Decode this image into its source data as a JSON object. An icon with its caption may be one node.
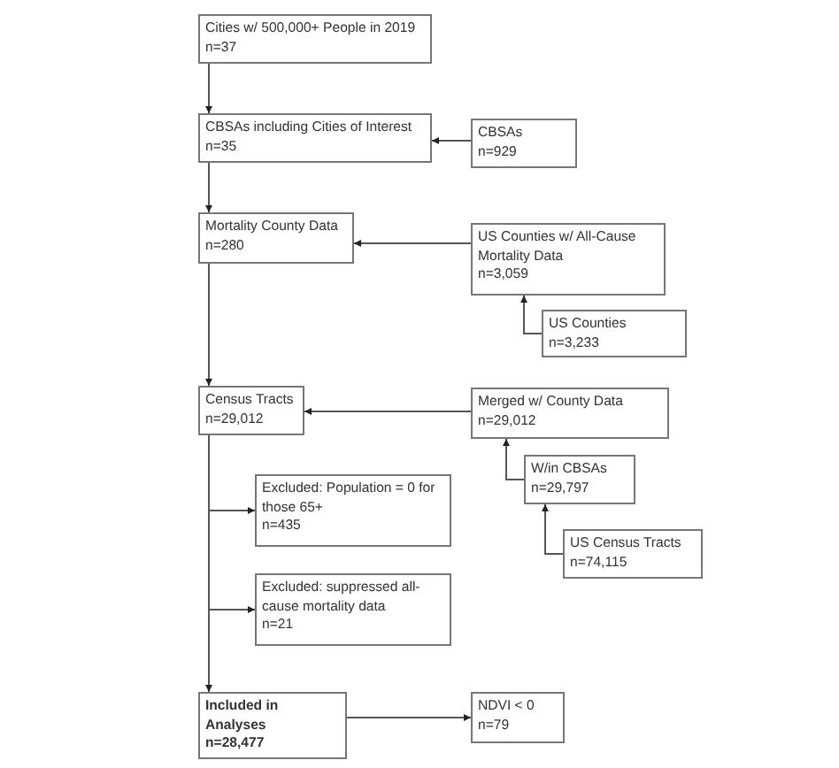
{
  "diagram": {
    "nodes": [
      {
        "text": [
          "Cities w/ 500,000+ People in 2019",
          "n=37"
        ]
      },
      {
        "text": [
          "CBSAs including Cities of Interest",
          "n=35"
        ]
      },
      {
        "text": [
          "CBSAs",
          "n=929"
        ]
      },
      {
        "text": [
          "Mortality County Data",
          "n=280"
        ]
      },
      {
        "text": [
          "US Counties w/ All-Cause Mortality Data",
          "n=3,059"
        ]
      },
      {
        "text": [
          "US Counties",
          "n=3,233"
        ]
      },
      {
        "text": [
          "Census Tracts",
          "n=29,012"
        ]
      },
      {
        "text": [
          "Merged w/ County Data",
          "n=29,012"
        ]
      },
      {
        "text": [
          "W/in CBSAs",
          "n=29,797"
        ]
      },
      {
        "text": [
          "US Census Tracts",
          "n=74,115"
        ]
      },
      {
        "text": [
          "Excluded: Population = 0 for those 65+",
          "n=435"
        ]
      },
      {
        "text": [
          "Excluded: suppressed all-cause mortality data",
          "n=21"
        ]
      },
      {
        "text": [
          "Included in Analyses",
          "n=28,477"
        ]
      },
      {
        "text": [
          "NDVI < 0",
          "n=79"
        ]
      }
    ],
    "edges": [
      {
        "from": 0,
        "to": 1,
        "arrow": "to"
      },
      {
        "from": 2,
        "to": 1,
        "arrow": "to"
      },
      {
        "from": 1,
        "to": 3,
        "arrow": "to"
      },
      {
        "from": 4,
        "to": 3,
        "arrow": "to"
      },
      {
        "from": 5,
        "to": 4,
        "arrow": "to"
      },
      {
        "from": 3,
        "to": 6,
        "arrow": "to"
      },
      {
        "from": 7,
        "to": 6,
        "arrow": "to"
      },
      {
        "from": 8,
        "to": 7,
        "arrow": "to"
      },
      {
        "from": 9,
        "to": 8,
        "arrow": "to"
      },
      {
        "from": 6,
        "to": 10,
        "arrow": "to"
      },
      {
        "from": 6,
        "to": 11,
        "arrow": "to"
      },
      {
        "from": 6,
        "to": 12,
        "arrow": "to"
      },
      {
        "from": 12,
        "to": 13,
        "arrow": "to"
      }
    ]
  }
}
